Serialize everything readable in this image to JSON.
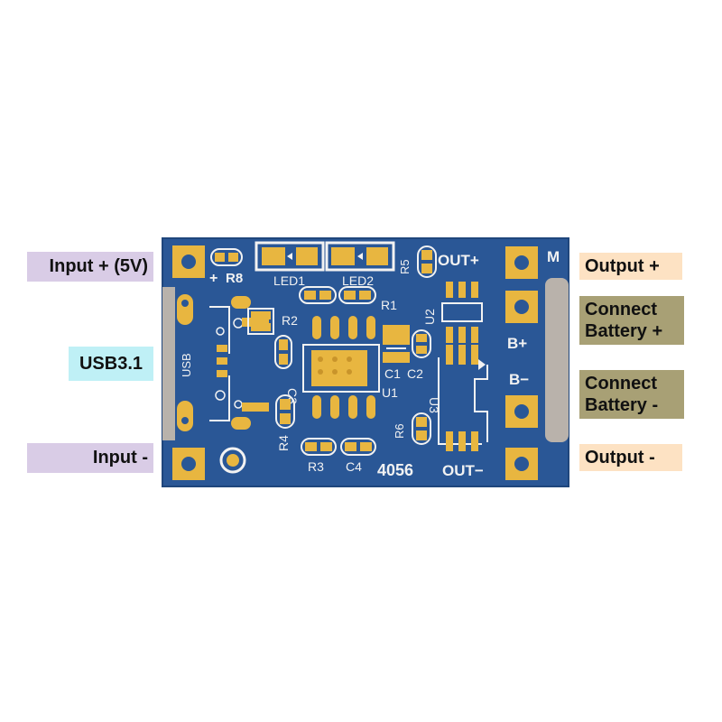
{
  "callouts": {
    "input_plus": "Input + (5V)",
    "usb": "USB3.1",
    "input_minus": "Input -",
    "output_plus": "Output +",
    "connect_battery_plus": [
      "Connect",
      "Battery +"
    ],
    "connect_battery_minus": [
      "Connect",
      "Battery -"
    ],
    "output_minus": "Output -"
  },
  "silkscreen": {
    "plus": "+",
    "r8": "R8",
    "led1": "LED1",
    "led2": "LED2",
    "r5": "R5",
    "out_plus": "OUT+",
    "m": "M",
    "r1": "R1",
    "r2": "R2",
    "u2": "U2",
    "usb": "USB",
    "c3": "C3",
    "c1": "C1",
    "c2": "C2",
    "u1": "U1",
    "b_plus": "B+",
    "b_minus": "B−",
    "u3": "U3",
    "r6": "R6",
    "r4": "R4",
    "r3": "R3",
    "c4": "C4",
    "chip": "4056",
    "out_minus": "OUT−"
  },
  "colors": {
    "board": "#2a5796",
    "board_edge": "#1f467c",
    "pad": "#e8b640",
    "silk": "#f2f2f2",
    "label_purple": "#d9cce6",
    "label_cyan": "#bff0f6",
    "label_peach": "#fde2c3",
    "label_olive": "#a8a075"
  }
}
